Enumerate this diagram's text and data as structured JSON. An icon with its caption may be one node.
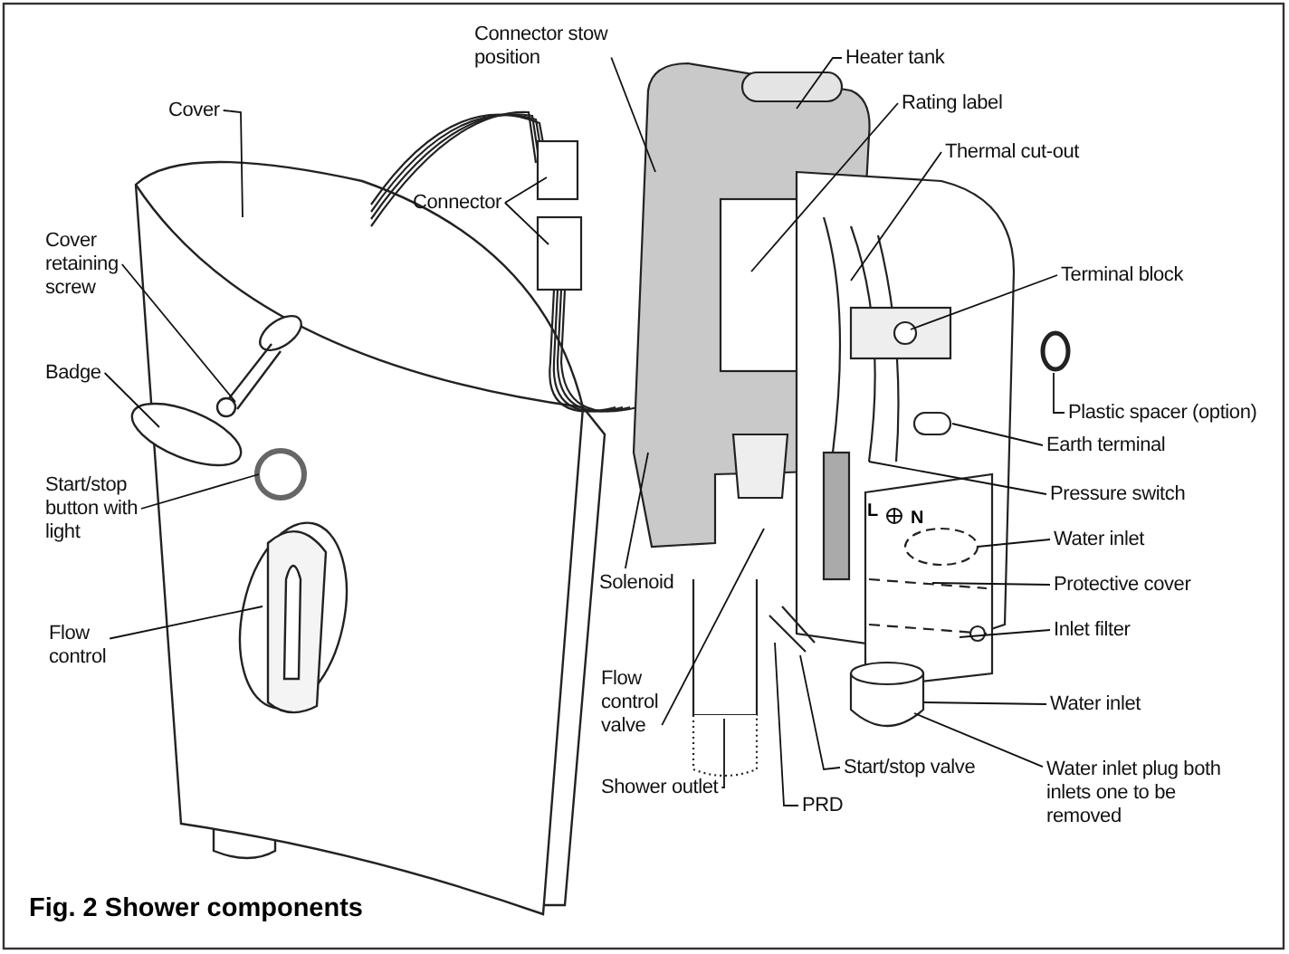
{
  "diagram": {
    "caption": "Fig. 2  Shower components",
    "nodes": [
      {
        "text": [
          "Cover"
        ]
      },
      {
        "text": [
          "Connector stow position"
        ]
      },
      {
        "text": [
          "Connector"
        ]
      },
      {
        "text": [
          "Cover retaining screw"
        ]
      },
      {
        "text": [
          "Badge"
        ]
      },
      {
        "text": [
          "Start/stop button with light"
        ]
      },
      {
        "text": [
          "Flow control"
        ]
      },
      {
        "text": [
          "Solenoid"
        ]
      },
      {
        "text": [
          "Flow control valve"
        ]
      },
      {
        "text": [
          "Shower outlet"
        ]
      },
      {
        "text": [
          "PRD"
        ]
      },
      {
        "text": [
          "Start/stop valve"
        ]
      },
      {
        "text": [
          "Heater tank"
        ]
      },
      {
        "text": [
          "Rating label"
        ]
      },
      {
        "text": [
          "Thermal cut-out"
        ]
      },
      {
        "text": [
          "Terminal block"
        ]
      },
      {
        "text": [
          "Plastic spacer (option)"
        ]
      },
      {
        "text": [
          "Earth terminal"
        ]
      },
      {
        "text": [
          "Pressure switch"
        ]
      },
      {
        "text": [
          "Water inlet"
        ]
      },
      {
        "text": [
          "Protective cover"
        ]
      },
      {
        "text": [
          "Inlet filter"
        ]
      },
      {
        "text": [
          "Water inlet"
        ]
      },
      {
        "text": [
          "Water inlet plug both inlets one to be removed"
        ]
      }
    ],
    "edges": [
      {
        "from": 0,
        "to": null,
        "arrow": "none"
      },
      {
        "from": 1,
        "to": null,
        "arrow": "none"
      },
      {
        "from": 2,
        "to": null,
        "arrow": "none"
      },
      {
        "from": 2,
        "to": null,
        "arrow": "none"
      },
      {
        "from": 3,
        "to": null,
        "arrow": "none"
      },
      {
        "from": 4,
        "to": null,
        "arrow": "none"
      },
      {
        "from": 5,
        "to": null,
        "arrow": "none"
      },
      {
        "from": 6,
        "to": null,
        "arrow": "none"
      },
      {
        "from": 7,
        "to": null,
        "arrow": "none"
      },
      {
        "from": 8,
        "to": null,
        "arrow": "none"
      },
      {
        "from": 9,
        "to": null,
        "arrow": "none"
      },
      {
        "from": 10,
        "to": null,
        "arrow": "none"
      },
      {
        "from": 11,
        "to": null,
        "arrow": "none"
      },
      {
        "from": 12,
        "to": null,
        "arrow": "none"
      },
      {
        "from": 13,
        "to": null,
        "arrow": "none"
      },
      {
        "from": 14,
        "to": null,
        "arrow": "none"
      },
      {
        "from": 15,
        "to": null,
        "arrow": "none"
      },
      {
        "from": 16,
        "to": null,
        "arrow": "none"
      },
      {
        "from": 17,
        "to": null,
        "arrow": "none"
      },
      {
        "from": 18,
        "to": null,
        "arrow": "none"
      },
      {
        "from": 19,
        "to": null,
        "arrow": "none"
      },
      {
        "from": 20,
        "to": null,
        "arrow": "none"
      },
      {
        "from": 21,
        "to": null,
        "arrow": "none"
      },
      {
        "from": 22,
        "to": null,
        "arrow": "none"
      },
      {
        "from": 23,
        "to": null,
        "arrow": "none"
      }
    ],
    "labels": [
      "L",
      "N"
    ]
  }
}
